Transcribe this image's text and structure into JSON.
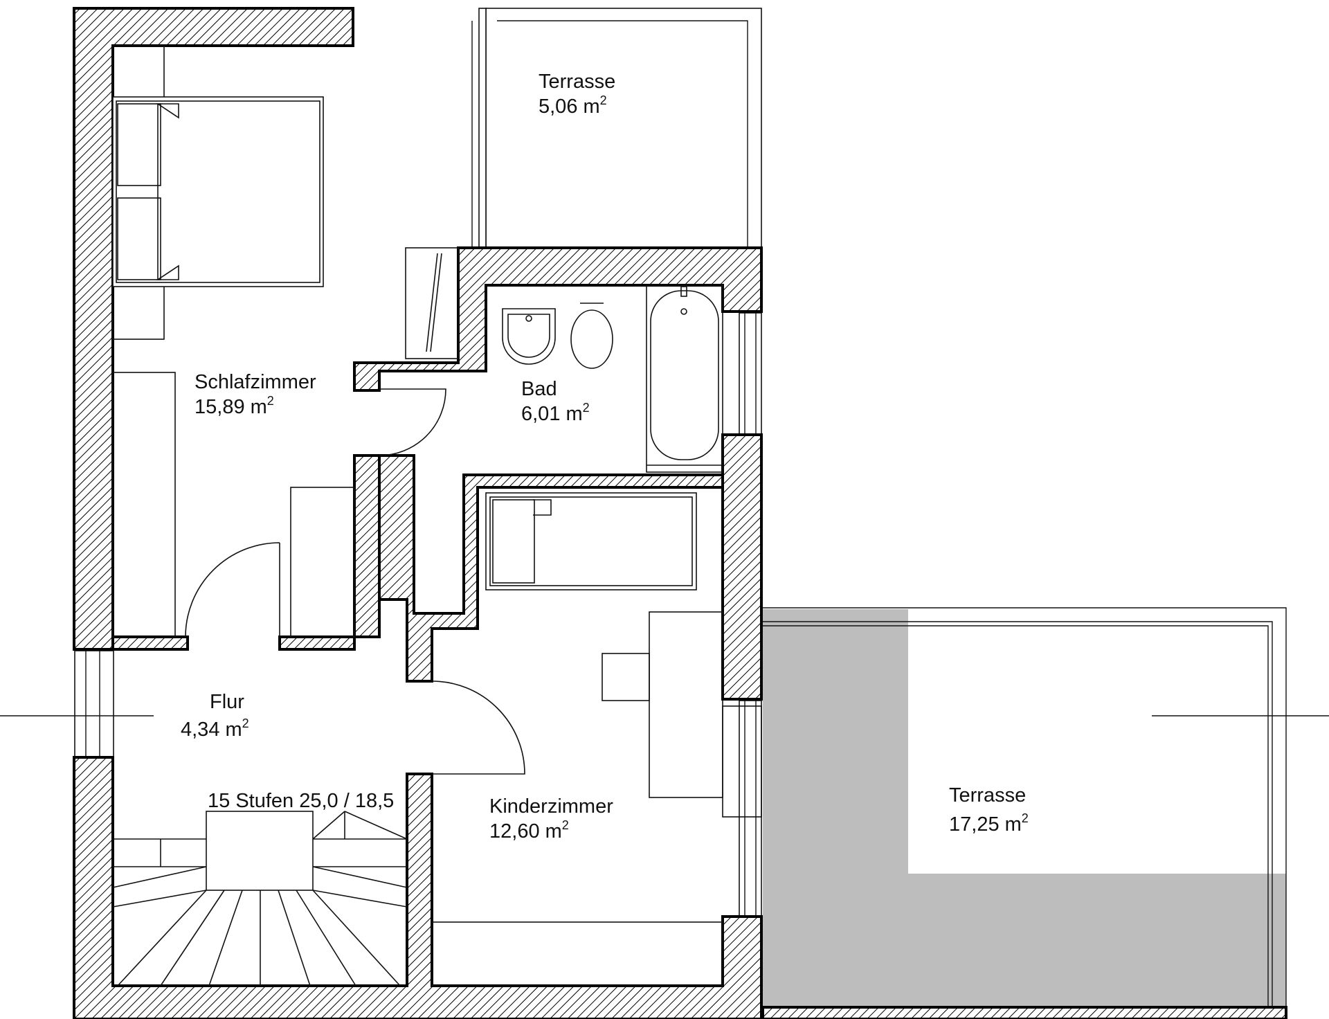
{
  "rooms": [
    {
      "id": "terrasse-small",
      "name": "Terrasse",
      "area": "5,06 m",
      "unit_exp": "2"
    },
    {
      "id": "schlafzimmer",
      "name": "Schlafzimmer",
      "area": "15,89 m",
      "unit_exp": "2"
    },
    {
      "id": "bad",
      "name": "Bad",
      "area": "6,01 m",
      "unit_exp": "2"
    },
    {
      "id": "flur",
      "name": "Flur",
      "area": "4,34 m",
      "unit_exp": "2"
    },
    {
      "id": "kinderzimmer",
      "name": "Kinderzimmer",
      "area": "12,60 m",
      "unit_exp": "2"
    },
    {
      "id": "terrasse-large",
      "name": "Terrasse",
      "area": "17,25 m",
      "unit_exp": "2"
    }
  ],
  "stairs": {
    "label": "15 Stufen 25,0 / 18,5"
  },
  "colors": {
    "wall_stroke": "#000000",
    "terrace_fill": "#bdbdbd",
    "background": "#ffffff"
  }
}
